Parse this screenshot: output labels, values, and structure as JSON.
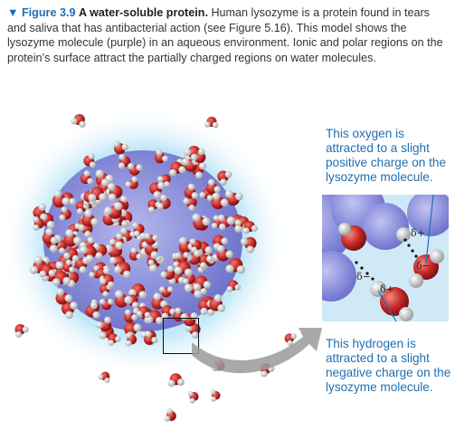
{
  "caption": {
    "marker": "▼",
    "figure_label": "Figure 3.9",
    "figure_title": "A water-soluble protein.",
    "body": "Human lysozyme is a protein found in tears and saliva that has antibacterial action (see Figure 5.16). This model shows the lysozyme molecule (purple) in an aqueous environment. Ionic and polar regions on the protein’s surface attract the partially charged regions on water molecules."
  },
  "callouts": {
    "top": "This oxygen is attracted to a slight positive charge on the lysozyme molecule.",
    "bottom": "This hydrogen is attracted to a slight negative charge on the lysozyme molecule."
  },
  "zoom_labels": {
    "delta_plus_upper": "δ+",
    "delta_minus_right": "δ−",
    "delta_minus_left": "δ−",
    "delta_plus_lower": "δ+"
  },
  "colors": {
    "caption_accent": "#1f6fb2",
    "callout_text": "#1f6fb2",
    "protein": "#7a7fd6",
    "water_oxygen": "#c62828",
    "water_hydrogen": "#eeeeee",
    "halo": "#8fd3f4"
  }
}
